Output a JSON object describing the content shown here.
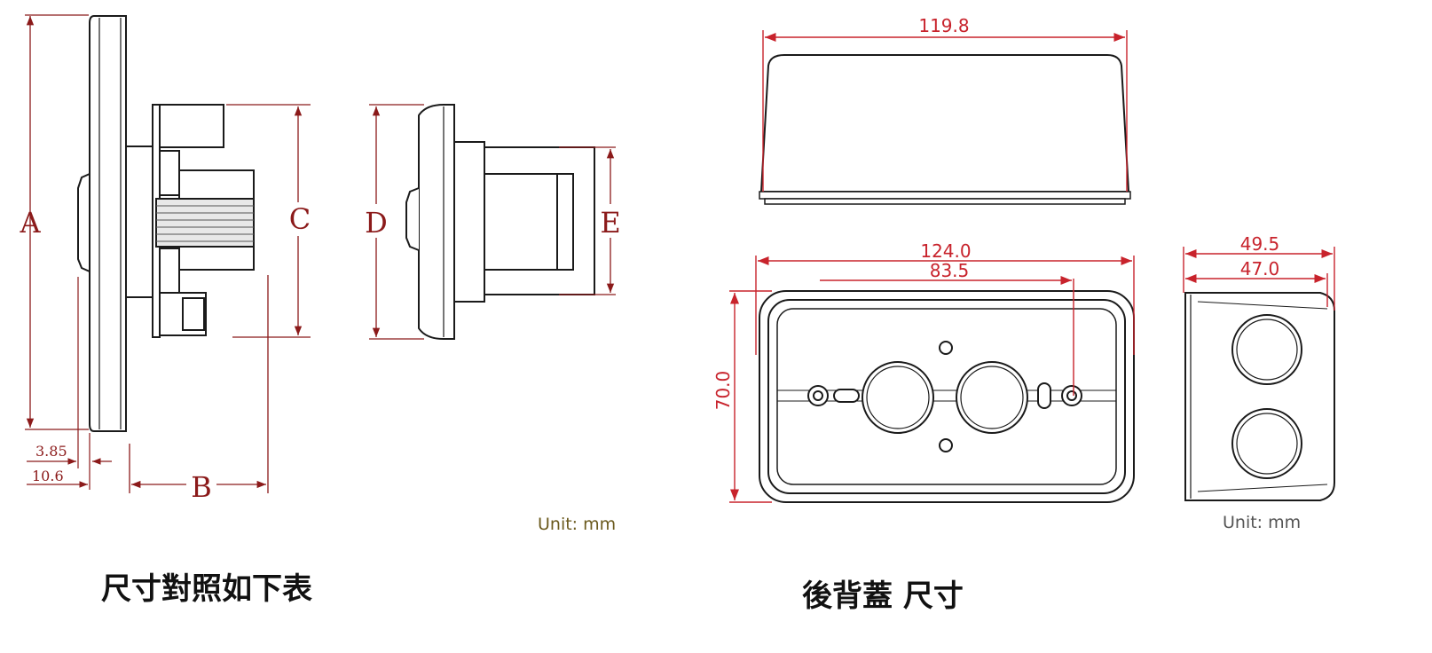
{
  "left_panel": {
    "labels": {
      "A": "A",
      "B": "B",
      "C": "C",
      "D": "D",
      "E": "E"
    },
    "dim_3_85": "3.85",
    "dim_10_6": "10.6",
    "unit": "Unit: mm",
    "caption": "尺寸對照如下表"
  },
  "right_panel": {
    "dim_top_width": "119.8",
    "dim_box_width": "124.0",
    "dim_hole_span": "83.5",
    "dim_box_height": "70.0",
    "dim_side_outer": "49.5",
    "dim_side_inner": "47.0",
    "unit": "Unit: mm",
    "caption": "後背蓋 尺寸"
  },
  "colors": {
    "dimension": "#c8232c",
    "serif_dimension": "#8b1a1a",
    "outline": "#1a1a1a",
    "unit_left": "#6b5a1e",
    "unit_right": "#555555"
  }
}
